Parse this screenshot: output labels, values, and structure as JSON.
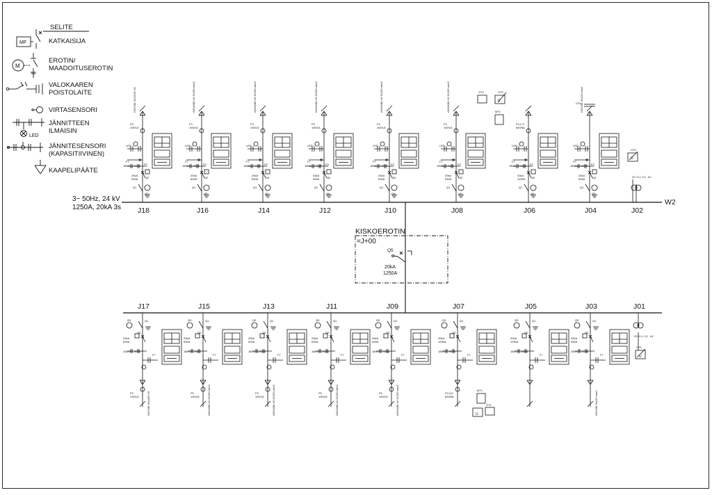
{
  "legend": {
    "title": "SELITE",
    "mf_box": "MF",
    "motor": "M",
    "led": "LED",
    "items": [
      "KATKAISIJA",
      "EROTIN/",
      "MAADOITUSEROTIN",
      "VALOKAAREN",
      "POISTOLAITE",
      "VIRTASENSORI",
      "JÄNNITTEEN",
      "ILMAISIN",
      "JÄNNITESENSORI",
      "(KAPASITIIVINEN)",
      "KAAPELIPÄÄTE"
    ]
  },
  "busbar": {
    "supply_line1": "3~ 50Hz, 24 kV",
    "supply_line2": "1250A, 20kA 3s",
    "end_label": "W2"
  },
  "coupler": {
    "title": "KISKOEROTIN",
    "designation": "=J+00",
    "device": "Q5",
    "rating1": "20kA",
    "rating2": "1250A"
  },
  "top_feeders": [
    {
      "id": "J18",
      "cable": "HXCMK 3X1X35+16",
      "fuse": "F5",
      "fuse_rating": "100/1A",
      "q0_rating": "20kA",
      "q0_current": "630A",
      "f3": "F3",
      "f7": "F7"
    },
    {
      "id": "J16",
      "cable": "AHXAMK-W 3X150 mm2",
      "fuse": "F3",
      "fuse_rating": "100/1A",
      "q0_rating": "20kA",
      "q0_current": "630A",
      "f3": "F3",
      "f7": "F7"
    },
    {
      "id": "J14",
      "cable": "AHXAMK-W 3X150 mm2",
      "fuse": "F3",
      "fuse_rating": "100/1A",
      "q0_rating": "20kA",
      "q0_current": "630A",
      "f3": "F3",
      "f7": "F7"
    },
    {
      "id": "J12",
      "cable": "AHXAMK-W 3X150 mm2",
      "fuse": "F5",
      "fuse_rating": "100/1A",
      "q0_rating": "20kA",
      "q0_current": "630A",
      "f3": "F3",
      "f7": "F7"
    },
    {
      "id": "J10",
      "cable": "AHXAMK-W 3X150 mm2",
      "fuse": "F3",
      "fuse_rating": "100/1A",
      "q0_rating": "20kA",
      "q0_current": "630A",
      "f3": "F3",
      "f7": "F7"
    },
    {
      "id": "J08",
      "cable": "AHXAMK-W 3X150 mm2",
      "fuse": "F3",
      "fuse_rating": "100/1A",
      "q0_rating": "20kA",
      "q0_current": "630A",
      "f3": "F3",
      "f7": "F7"
    },
    {
      "id": "J06",
      "cable": "",
      "fuse": "F3.1-3",
      "fuse_rating": "600/5A",
      "q0_rating": "20kA",
      "q0_current": "1250A",
      "f3": "F3",
      "f7": "F7"
    },
    {
      "id": "J04",
      "cable": "HXCMK 3X120 mm2",
      "fuse": "",
      "fuse_rating": "",
      "q0_rating": "20kA",
      "q0_current": "630A",
      "f3": "F3",
      "f7": "F7"
    },
    {
      "id": "J02",
      "cable": "",
      "fuse": "",
      "fuse_rating": "",
      "q0_rating": "",
      "q0_current": "",
      "f3": "",
      "f7": ""
    }
  ],
  "bottom_feeders": [
    {
      "id": "J17",
      "cable": "HXCMK 3x1x35+16",
      "fuse": "F5",
      "fuse_rating": "100/1A",
      "q0_rating": "20kA",
      "q0_current": "630A"
    },
    {
      "id": "J15",
      "cable": "AHXAMK-W 3X150 mm2",
      "fuse": "F5",
      "fuse_rating": "100/1A",
      "q0_rating": "20kA",
      "q0_current": "630A"
    },
    {
      "id": "J13",
      "cable": "AHXAMK-W 3X150 mm2",
      "fuse": "F5",
      "fuse_rating": "100/1A",
      "q0_rating": "20kA",
      "q0_current": "630A"
    },
    {
      "id": "J11",
      "cable": "AHXAMK-W 3X150 mm2",
      "fuse": "F5",
      "fuse_rating": "100/1A",
      "q0_rating": "20kA",
      "q0_current": "630A"
    },
    {
      "id": "J09",
      "cable": "AHXAMK-W 3X150 mm2",
      "fuse": "F5",
      "fuse_rating": "100/1A",
      "q0_rating": "20kA",
      "q0_current": "630A"
    },
    {
      "id": "J07",
      "cable": "",
      "fuse": "F3.4-6",
      "fuse_rating": "600/5A",
      "q0_rating": "20kA",
      "q0_current": "1250A"
    },
    {
      "id": "J05",
      "cable": "",
      "fuse": "",
      "fuse_rating": "",
      "q0_rating": "20kA",
      "q0_current": "1250A"
    },
    {
      "id": "J03",
      "cable": "HXCMK 3x120 mm2",
      "fuse": "",
      "fuse_rating": "",
      "q0_rating": "20kA",
      "q0_current": "630A"
    },
    {
      "id": "J01",
      "cable": "",
      "fuse": "",
      "fuse_rating": "",
      "q0_rating": "",
      "q0_current": ""
    }
  ],
  "device_labels": {
    "q0": "Q0",
    "q1": "Q1",
    "q9": "Q9",
    "led": "LED",
    "mt1": "MT1",
    "ot1": "OT1",
    "ot2": "OT2",
    "c01": "C01",
    "u": "U",
    "kv": "kV",
    "sensor": "180/1+/=400A",
    "vt_ratio": "20: 0,1: 0,1"
  },
  "colors": {
    "line": "#111111",
    "background": "#ffffff"
  }
}
